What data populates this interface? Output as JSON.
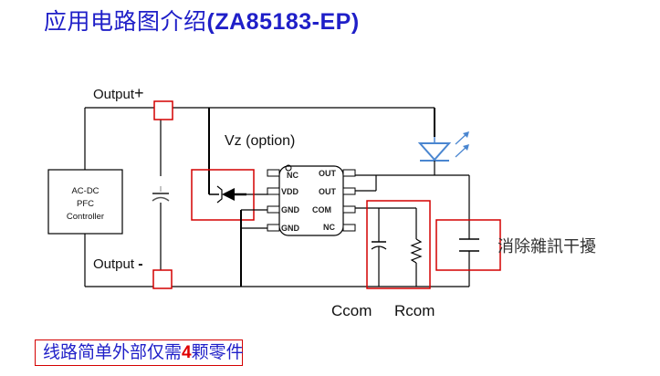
{
  "title": {
    "text_cn": "应用电路图介绍",
    "part": "(ZA85183-EP)"
  },
  "labels": {
    "output_plus": "Output",
    "plus_sign": "+",
    "output_minus": "Output",
    "minus_sign": "-",
    "controller_line1": "AC-DC",
    "controller_line2": "PFC",
    "controller_line3": "Controller",
    "vz": "Vz (option)",
    "ccom": "Ccom",
    "rcom": "Rcom",
    "noise_note": "消除雜訊干擾"
  },
  "chip": {
    "left_pins": [
      "NC",
      "VDD",
      "GND",
      "GND"
    ],
    "right_pins": [
      "OUT",
      "OUT",
      "COM",
      "NC"
    ]
  },
  "footer": {
    "prefix": "线路简单外部仅需",
    "highlight": "4",
    "suffix": "颗零件"
  },
  "colors": {
    "title": "#1f1fc8",
    "highlight_box": "#d40000",
    "led": "#4a86d0",
    "footer_number": "#e00000"
  }
}
